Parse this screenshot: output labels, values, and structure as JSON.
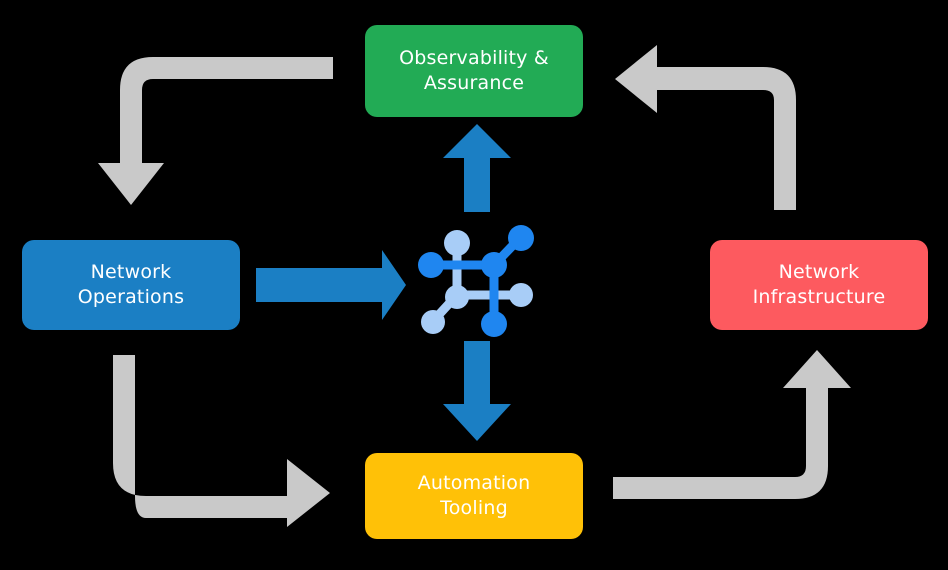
{
  "diagram": {
    "title": "Network automation lifecycle cycle diagram",
    "background_color": "#000000",
    "nodes": [
      {
        "id": "observability",
        "label": "Observability &\nAssurance",
        "color": "#22ab55",
        "position": "top"
      },
      {
        "id": "operations",
        "label": "Network\nOperations",
        "color": "#1b7fc4",
        "position": "left"
      },
      {
        "id": "infrastructure",
        "label": "Network\nInfrastructure",
        "color": "#fd5a5f",
        "position": "right"
      },
      {
        "id": "automation",
        "label": "Automation\nTooling",
        "color": "#ffc107",
        "position": "bottom"
      }
    ],
    "center": {
      "icon": "network-topology-icon",
      "node_color_primary": "#1f86f0",
      "node_color_secondary": "#a8cdf7"
    },
    "connectors": [
      {
        "id": "operations-to-center",
        "name": "blue-arrow-right",
        "color": "#1b7fc4",
        "direction": "right",
        "from": "operations",
        "to": "center"
      },
      {
        "id": "center-to-observability",
        "name": "blue-arrow-up",
        "color": "#1b7fc4",
        "direction": "up",
        "from": "center",
        "to": "observability"
      },
      {
        "id": "center-to-automation",
        "name": "blue-arrow-down",
        "color": "#1b7fc4",
        "direction": "down",
        "from": "center",
        "to": "automation"
      },
      {
        "id": "observability-to-operations",
        "name": "gray-arrow-top-left",
        "color": "#c9c9c9",
        "direction": "down",
        "from": "observability",
        "to": "operations"
      },
      {
        "id": "infrastructure-to-observability",
        "name": "gray-arrow-top-right",
        "color": "#c9c9c9",
        "direction": "left",
        "from": "infrastructure",
        "to": "observability"
      },
      {
        "id": "operations-to-automation",
        "name": "gray-arrow-bottom-left",
        "color": "#c9c9c9",
        "direction": "right",
        "from": "operations",
        "to": "automation"
      },
      {
        "id": "automation-to-infrastructure",
        "name": "gray-arrow-bottom-right",
        "color": "#c9c9c9",
        "direction": "up",
        "from": "automation",
        "to": "infrastructure"
      }
    ]
  }
}
